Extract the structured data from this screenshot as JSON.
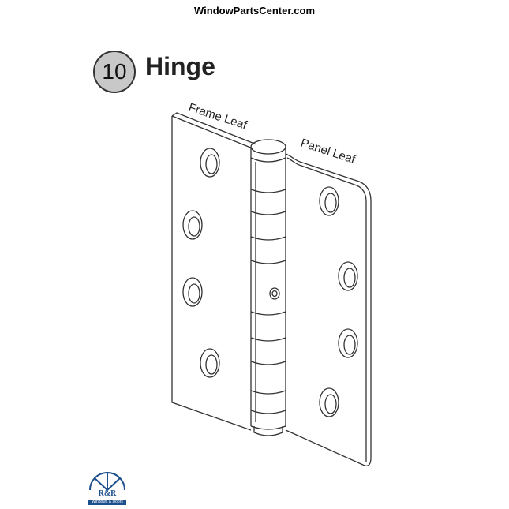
{
  "header": {
    "site": "WindowPartsCenter.com"
  },
  "part": {
    "number": "10",
    "name": "Hinge"
  },
  "labels": {
    "frame_leaf": "Frame Leaf",
    "panel_leaf": "Panel Leaf"
  },
  "logo": {
    "text": "R&R",
    "subtitle": "Windows & Doors",
    "color": "#1c4f8c"
  }
}
